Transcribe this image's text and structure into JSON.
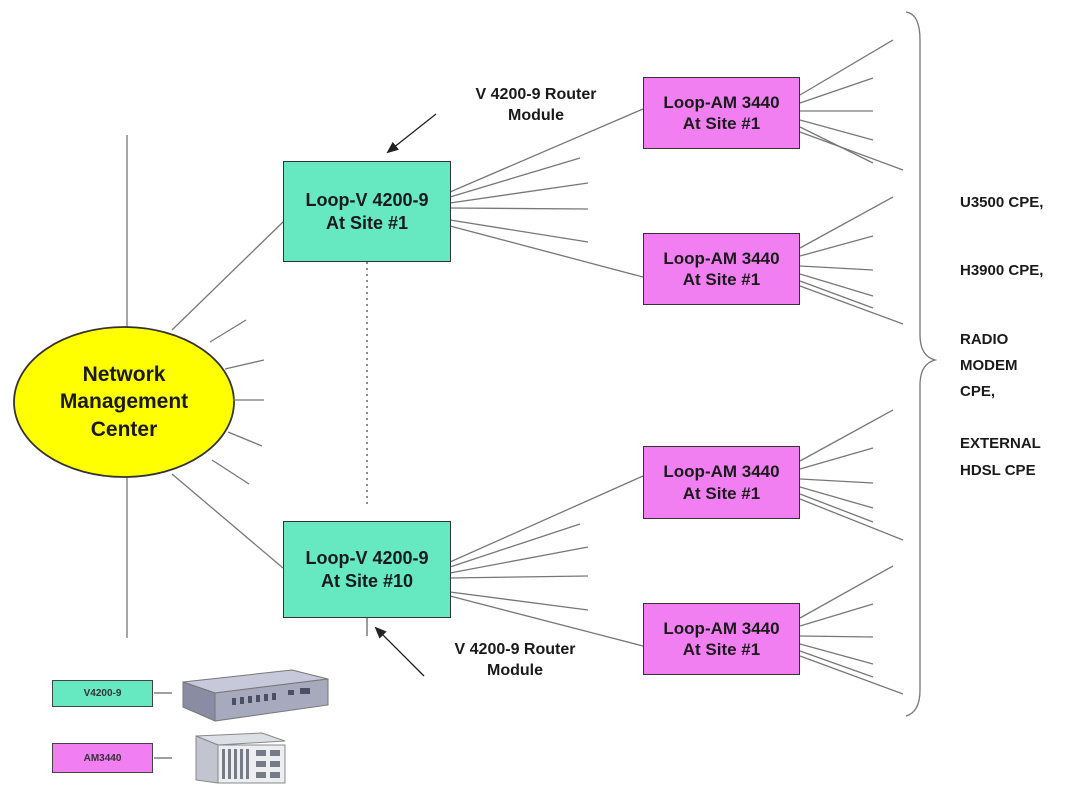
{
  "nmc": {
    "line1": "Network",
    "line2": "Management",
    "line3": "Center"
  },
  "v4200_nodes": [
    {
      "line1": "Loop-V 4200-9",
      "line2": "At Site #1"
    },
    {
      "line1": "Loop-V 4200-9",
      "line2": "At Site #10"
    }
  ],
  "am3440_nodes": [
    {
      "line1": "Loop-AM 3440",
      "line2": "At Site #1"
    },
    {
      "line1": "Loop-AM 3440",
      "line2": "At Site #1"
    },
    {
      "line1": "Loop-AM 3440",
      "line2": "At Site #1"
    },
    {
      "line1": "Loop-AM 3440",
      "line2": "At Site #1"
    }
  ],
  "router_labels": [
    {
      "line1": "V 4200-9 Router",
      "line2": "Module"
    },
    {
      "line1": "V 4200-9 Router",
      "line2": "Module"
    }
  ],
  "cpe_list": {
    "item1": "U3500 CPE,",
    "item2": "H3900 CPE,",
    "item3a": "RADIO",
    "item3b": "MODEM",
    "item3c": "CPE,",
    "item4a": "EXTERNAL",
    "item4b": "HDSL CPE"
  },
  "legend": {
    "v4200_label": "V4200-9",
    "am3440_label": "AM3440"
  },
  "colors": {
    "v4200_fill": "#66e8c0",
    "am3440_fill": "#f27ff2",
    "nmc_fill": "#ffff00"
  }
}
